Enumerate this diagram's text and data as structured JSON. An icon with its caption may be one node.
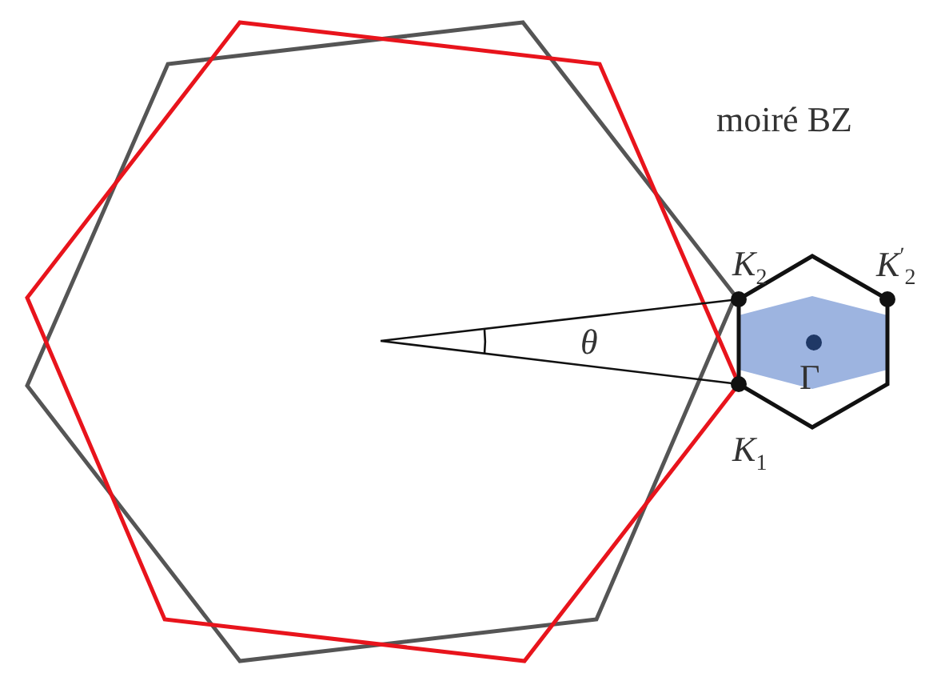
{
  "diagram": {
    "labels": [
      "moiré BZ",
      "*K*$_{2}$",
      "*K*$^{′}$$_{2}$",
      "θ",
      "Γ",
      "*K*$_{1}$"
    ]
  }
}
